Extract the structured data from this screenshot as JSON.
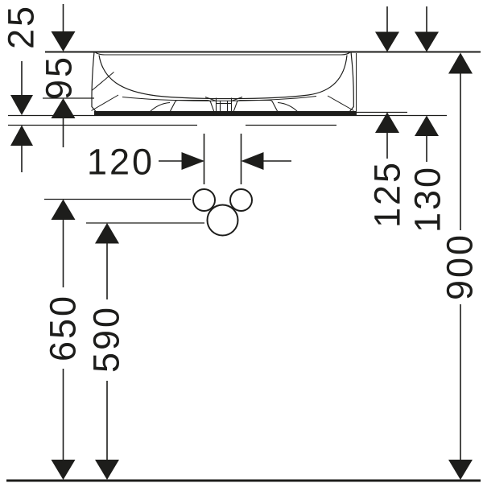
{
  "drawing": {
    "type": "technical dimension drawing",
    "subject": "countertop washbasin, side elevation with mounting heights",
    "unit": "mm",
    "colors": {
      "line": "#1d1d1b",
      "background": "#ffffff"
    },
    "dimensions": {
      "d25": "25",
      "d95": "95",
      "d120": "120",
      "d125": "125",
      "d130": "130",
      "d650": "650",
      "d590": "590",
      "d900": "900"
    }
  }
}
